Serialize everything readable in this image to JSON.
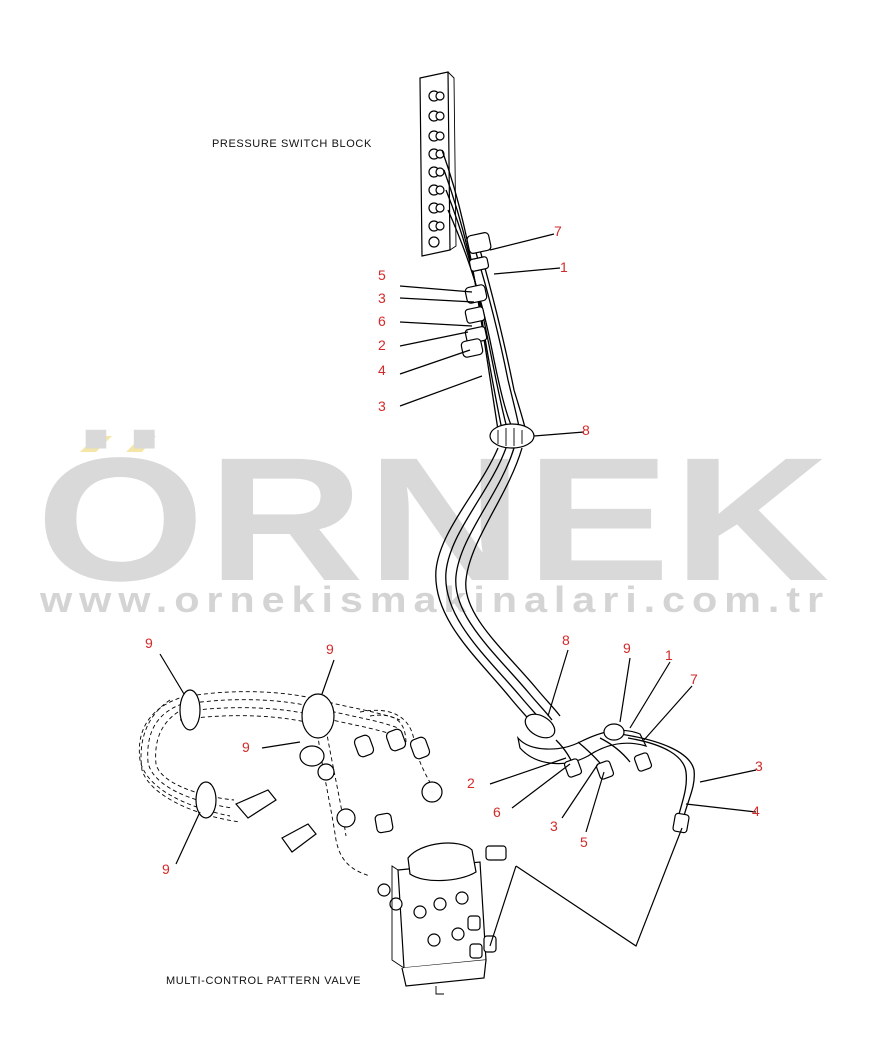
{
  "watermark": {
    "brand": "ÖRNEK",
    "url": "www.ornekismakinalari.com.tr",
    "accent_color": "#f5e6a8"
  },
  "captions": {
    "pressure_switch_block": "PRESSURE SWITCH BLOCK",
    "multi_control_pattern_valve": "MULTI-CONTROL PATTERN VALVE"
  },
  "callouts": {
    "top_7": "7",
    "top_1": "1",
    "left_5": "5",
    "left_3a": "3",
    "left_6": "6",
    "left_2": "2",
    "left_4": "4",
    "left_3b": "3",
    "clamp_8_upper": "8",
    "clamp_8_lower": "8",
    "right_9": "9",
    "right_1": "1",
    "right_7": "7",
    "right_3": "3",
    "right_4": "4",
    "low_2": "2",
    "low_6": "6",
    "low_3": "3",
    "low_5": "5",
    "harness_9_top_left": "9",
    "harness_9_top_mid": "9",
    "harness_9_mid": "9",
    "harness_9_bottom": "9"
  },
  "colors": {
    "callout_text": "#d22a2a",
    "line_art": "#000000",
    "watermark_gray": "#d9d9d9"
  }
}
